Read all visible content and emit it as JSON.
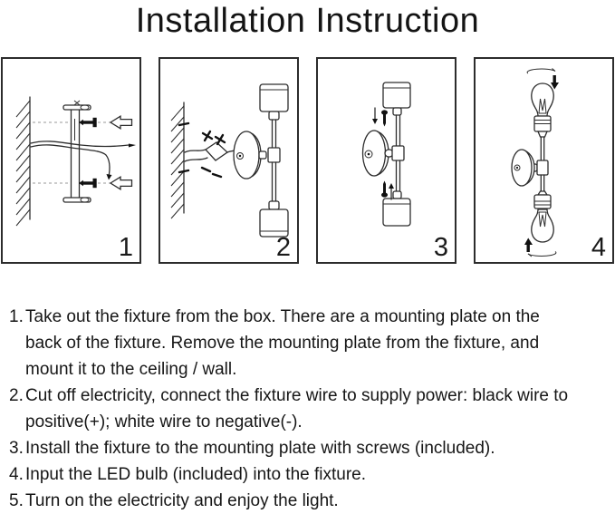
{
  "title": "Installation Instruction",
  "panels": [
    {
      "number": "1"
    },
    {
      "number": "2"
    },
    {
      "number": "3"
    },
    {
      "number": "4"
    }
  ],
  "instructions": {
    "items": [
      {
        "num": "1.",
        "lines": [
          "Take out the fixture from the box. There are a mounting plate on the",
          "back of the fixture. Remove the mounting plate from the fixture, and",
          "mount it to the ceiling / wall."
        ]
      },
      {
        "num": "2.",
        "lines": [
          "Cut off electricity, connect the fixture wire to supply power: black wire to",
          "positive(+); white wire to negative(-)."
        ]
      },
      {
        "num": "3.",
        "lines": [
          "Install the fixture to the mounting plate with screws (included)."
        ]
      },
      {
        "num": "4.",
        "lines": [
          "Input the LED bulb (included) into the fixture."
        ]
      },
      {
        "num": "5.",
        "lines": [
          "Turn on the electricity and enjoy the light."
        ]
      }
    ]
  },
  "colors": {
    "line": "#2d2d2d",
    "text": "#161616",
    "background": "#ffffff"
  }
}
